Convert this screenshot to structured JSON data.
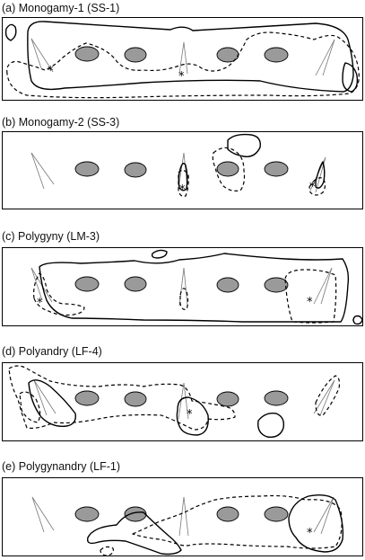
{
  "panels": [
    {
      "id": "a",
      "title": "(a) Monogamy-1 (SS-1)"
    },
    {
      "id": "b",
      "title": "(b) Monogamy-2 (SS-3)"
    },
    {
      "id": "c",
      "title": "(c) Polygyny (LM-3)"
    },
    {
      "id": "d",
      "title": "(d) Polyandry (LF-4)"
    },
    {
      "id": "e",
      "title": "(e) Polygynandry (LF-1)"
    }
  ],
  "marker_symbol": "*",
  "colors": {
    "rock_fill": "#9a9a9a",
    "line": "#000000",
    "wedge": "#777777"
  }
}
